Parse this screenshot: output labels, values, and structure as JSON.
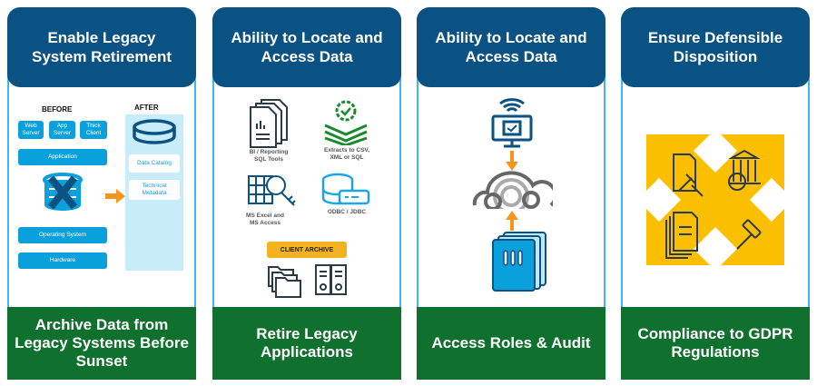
{
  "panels": [
    {
      "title": "Enable Legacy\nSystem Retirement",
      "footer": "Archive Data from\nLegacy Systems Before\nSunset",
      "before_label": "BEFORE",
      "after_label": "AFTER",
      "before_boxes": [
        "Web\nServer",
        "App\nServer",
        "Thick\nClient",
        "Application",
        "Operating System",
        "Hardware"
      ],
      "after_boxes": [
        "Data Catalog",
        "Technical\nMetadata"
      ]
    },
    {
      "title": "Ability to Locate and\nAccess Data",
      "footer": "Retire Legacy\nApplications",
      "tools": [
        "BI / Reporting\nSQL Tools",
        "Extracts to CSV,\nXML or SQL",
        "MS Excel and\nMS Access",
        "ODBC / JDBC"
      ],
      "client_archive": "CLIENT ARCHIVE"
    },
    {
      "title": "Ability to Locate and\nAccess Data",
      "footer": "Access Roles & Audit"
    },
    {
      "title": "Ensure Defensible\nDisposition",
      "footer": "Compliance to GDPR\nRegulations"
    }
  ],
  "colors": {
    "header": "#0a5283",
    "footer": "#10702d",
    "accent": "#f7941d",
    "gold": "#fcbf00",
    "blue": "#0aa0dc"
  }
}
